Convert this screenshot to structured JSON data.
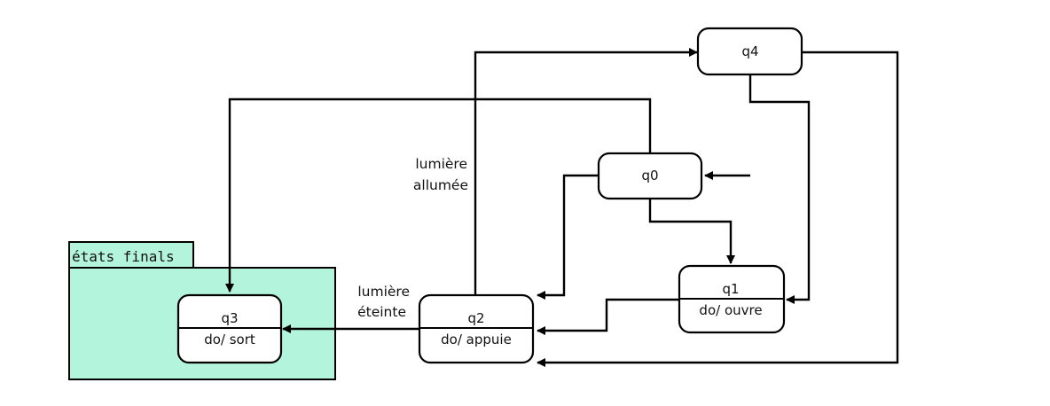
{
  "colors": {
    "package_fill": "#b3f5dc",
    "line": "#000000",
    "state_fill": "#ffffff"
  },
  "package": {
    "title": "états finals"
  },
  "states": {
    "q0": {
      "name": "q0"
    },
    "q1": {
      "name": "q1",
      "action": "do/ ouvre"
    },
    "q2": {
      "name": "q2",
      "action": "do/ appuie"
    },
    "q3": {
      "name": "q3",
      "action": "do/ sort"
    },
    "q4": {
      "name": "q4"
    }
  },
  "labels": {
    "lumiere_allumee": [
      "lumière",
      "allumée"
    ],
    "lumiere_eteinte": [
      "lumière",
      "éteinte"
    ]
  }
}
